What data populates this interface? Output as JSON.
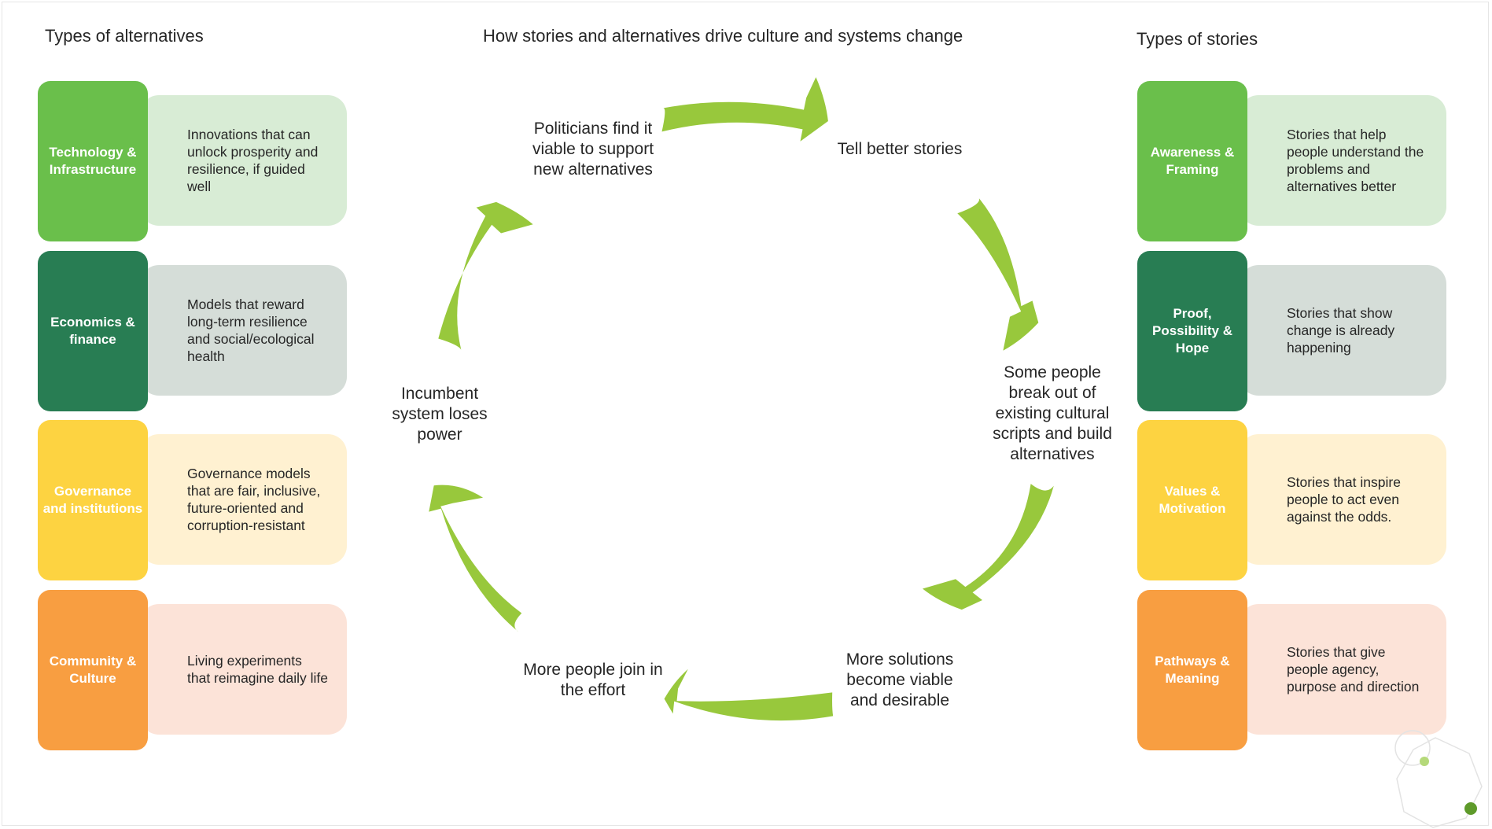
{
  "titles": {
    "left": "Types of alternatives",
    "center": "How stories and alternatives drive culture and systems change",
    "right": "Types of stories"
  },
  "alternatives": [
    {
      "label": "Technology & Infrastructure",
      "description": "Innovations that can unlock prosperity and resilience, if guided well",
      "label_color": "#6abf4b",
      "bg_color": "#d8ecd5"
    },
    {
      "label": "Economics & finance",
      "description": "Models that reward long-term resilience and social/ecological health",
      "label_color": "#287d53",
      "bg_color": "#d5ddd8"
    },
    {
      "label": "Governance and institutions",
      "description": "Governance models that are fair, inclusive, future-oriented and corruption-resistant",
      "label_color": "#fdd341",
      "bg_color": "#fff1d1"
    },
    {
      "label": "Community & Culture",
      "description": "Living experiments that reimagine daily life",
      "label_color": "#f89e41",
      "bg_color": "#fce3d8"
    }
  ],
  "stories": [
    {
      "label": "Awareness & Framing",
      "description": "Stories that help people understand the problems and alternatives better",
      "label_color": "#6abf4b",
      "bg_color": "#d8ecd5"
    },
    {
      "label": "Proof, Possibility & Hope",
      "description": "Stories that show change is already happening",
      "label_color": "#287d53",
      "bg_color": "#d5ddd8"
    },
    {
      "label": "Values & Motivation",
      "description": "Stories that inspire people to act even against the odds.",
      "label_color": "#fdd341",
      "bg_color": "#fff1d1"
    },
    {
      "label": "Pathways & Meaning",
      "description": "Stories that give people agency, purpose and direction",
      "label_color": "#f89e41",
      "bg_color": "#fce3d8"
    }
  ],
  "cycle": [
    "Tell better stories",
    "Some people break out of existing cultural scripts and build alternatives",
    "More solutions become viable and desirable",
    "More people join in the effort",
    "Incumbent system loses power",
    "Politicians find it viable to support new alternatives"
  ],
  "colors": {
    "arrow": "#98c83c",
    "decoration_line": "#e3e3e3",
    "dot_light": "#b5d97a",
    "dot_dark": "#5e9a2a"
  }
}
